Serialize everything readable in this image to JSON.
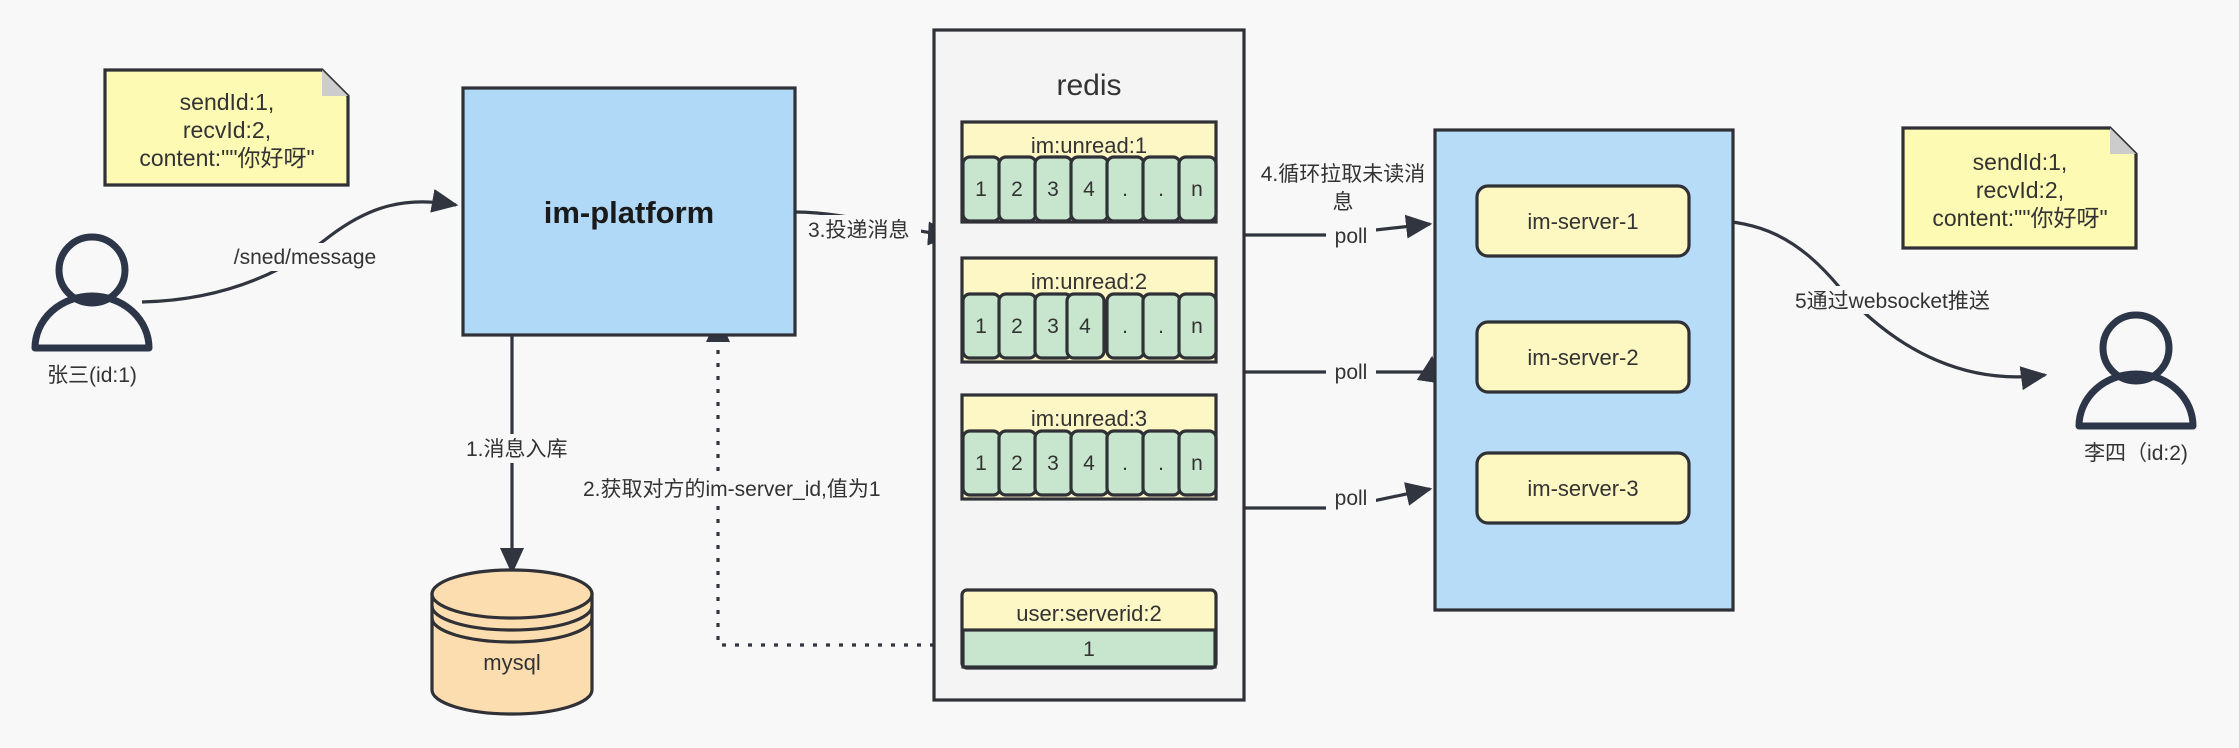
{
  "diagram": {
    "title": "IM message delivery architecture",
    "colors": {
      "background": "#f8f8f8",
      "note_fill": "#fdfab3",
      "note_fold": "#cccccc",
      "platform_fill": "#b0d8f7",
      "server_group_fill": "#b7dcf8",
      "server_fill": "#fdf8c2",
      "redis_fill": "#f4f4f4",
      "key_fill": "#fdf6c5",
      "cell_fill": "#c8e6ce",
      "db_fill": "#fcddb0",
      "stroke": "#2f3137",
      "text": "#333333"
    }
  },
  "actors": {
    "sender": {
      "label": "张三(id:1)",
      "icon": "person-icon"
    },
    "receiver": {
      "label": "李四（id:2)",
      "icon": "person-icon"
    }
  },
  "notes": [
    {
      "id": "note-left",
      "lines": [
        "sendId:1,",
        "recvId:2,",
        "content:\"\"你好呀\""
      ]
    },
    {
      "id": "note-right",
      "lines": [
        "sendId:1,",
        "recvId:2,",
        "content:\"\"你好呀\""
      ]
    }
  ],
  "platform": {
    "label": "im-platform"
  },
  "database": {
    "label": "mysql",
    "shape": "cylinder"
  },
  "redis": {
    "title": "redis",
    "lists": [
      {
        "key": "im:unread:1",
        "cells": [
          "1",
          "2",
          "3",
          "4",
          ".",
          ".",
          "n"
        ]
      },
      {
        "key": "im:unread:2",
        "cells": [
          "1",
          "2",
          "3",
          "4",
          ".",
          ".",
          "n"
        ]
      },
      {
        "key": "im:unread:3",
        "cells": [
          "1",
          "2",
          "3",
          "4",
          ".",
          ".",
          "n"
        ]
      }
    ],
    "kv": {
      "key": "user:serverid:2",
      "value": "1"
    }
  },
  "server_group": {
    "servers": [
      {
        "label": "im-server-1"
      },
      {
        "label": "im-server-2"
      },
      {
        "label": "im-server-3"
      }
    ]
  },
  "edge_labels": {
    "send_message": "/sned/message",
    "step1": "1.消息入库",
    "step2": "2.获取对方的im-server_id,值为1",
    "step3": "3.投递消息",
    "step4_line1": "4.循环拉取未读消",
    "step4_line2": "息",
    "poll1": "poll",
    "poll2": "poll",
    "poll3": "poll",
    "step5": "5通过websocket推送"
  }
}
